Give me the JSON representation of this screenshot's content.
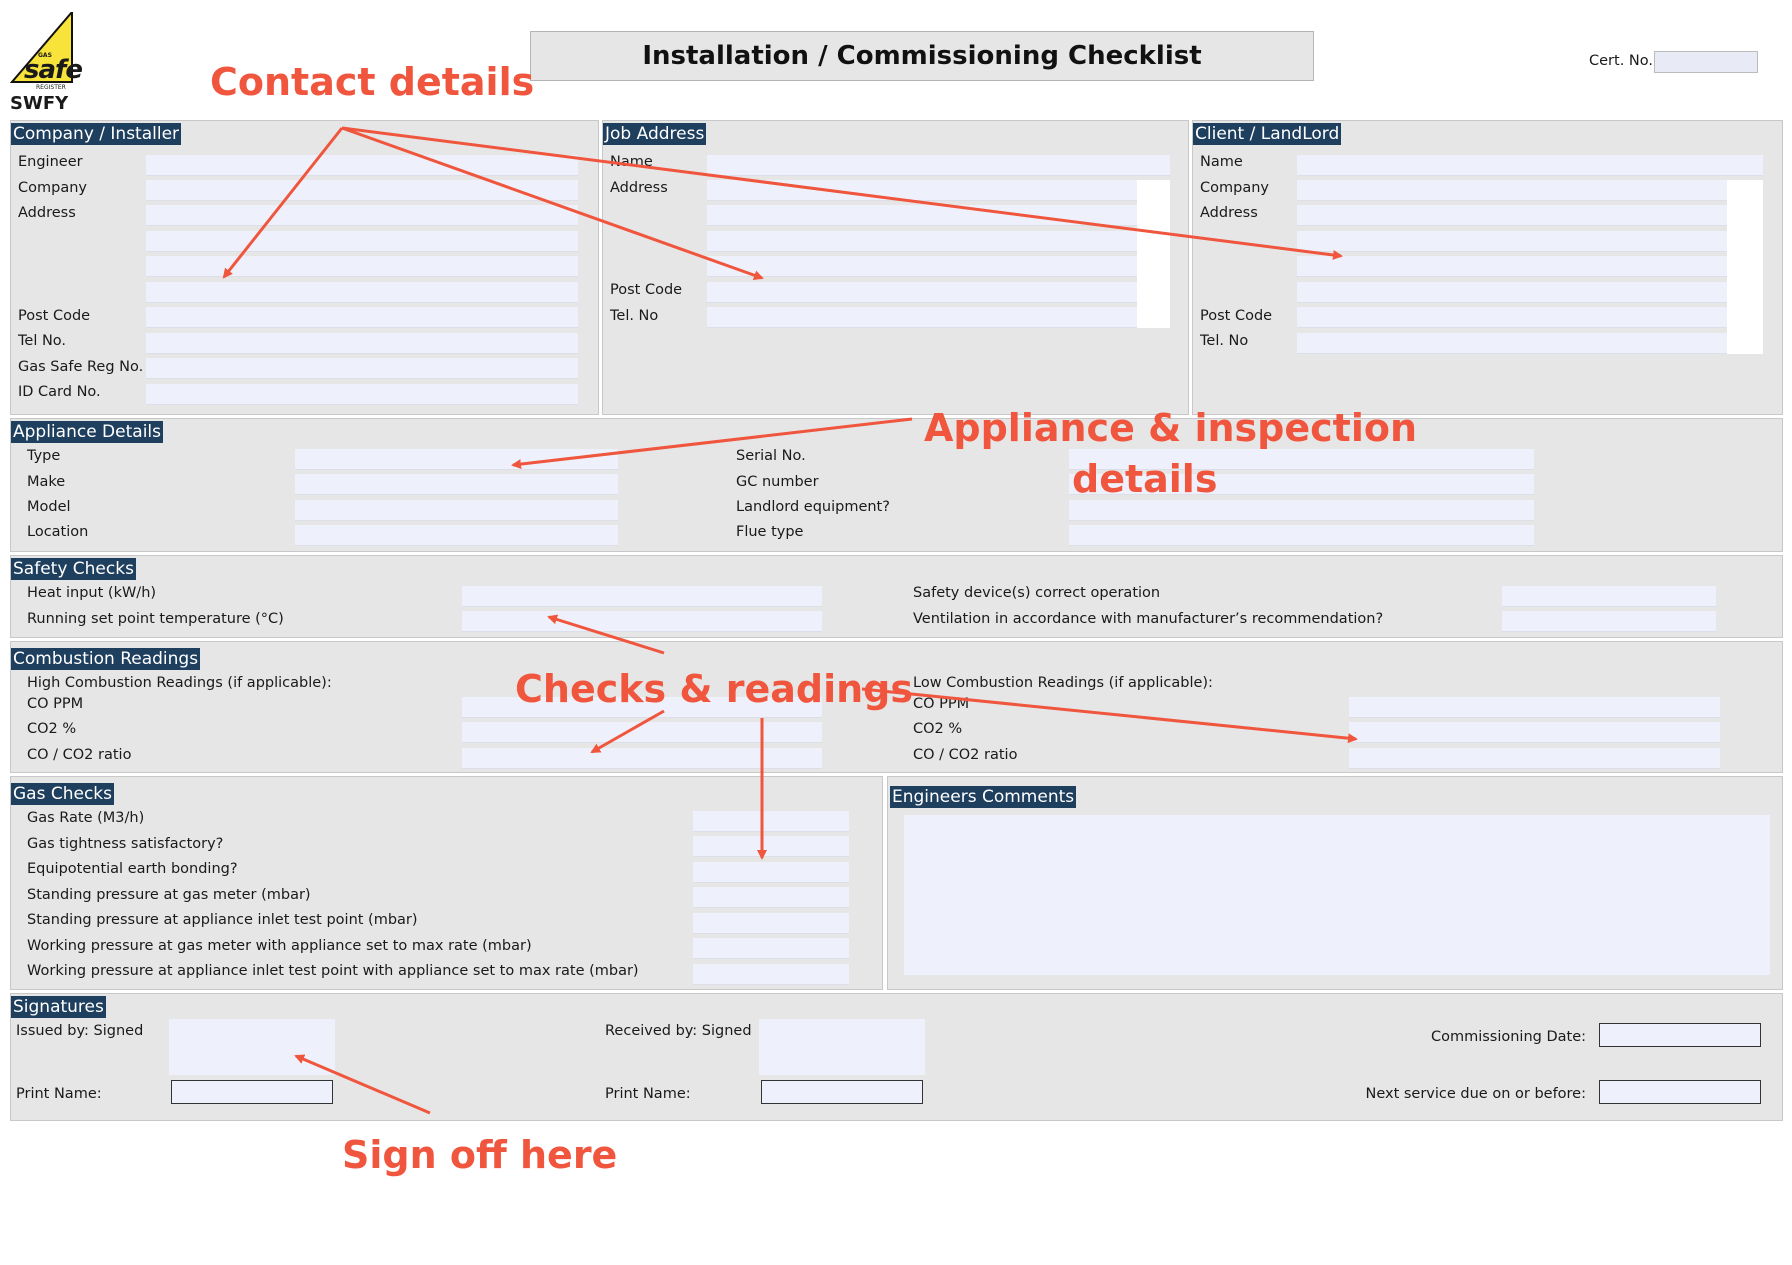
{
  "logo": {
    "brand": "safe",
    "small_top": "GAS",
    "small_bottom": "REGISTER",
    "company": "SWFY"
  },
  "header": {
    "title": "Installation / Commissioning Checklist",
    "cert_label": "Cert. No.",
    "cert_value": ""
  },
  "company": {
    "title": "Company / Installer",
    "labels": [
      "Engineer",
      "Company",
      "Address",
      "Post Code",
      "Tel No.",
      "Gas Safe Reg No.",
      "ID Card No."
    ]
  },
  "job": {
    "title": "Job Address",
    "labels": [
      "Name",
      "Address",
      "Post Code",
      "Tel. No"
    ]
  },
  "client": {
    "title": "Client / LandLord",
    "labels": [
      "Name",
      "Company",
      "Address",
      "Post Code",
      "Tel. No"
    ]
  },
  "appliance": {
    "title": "Appliance Details",
    "left_labels": [
      "Type",
      "Make",
      "Model",
      "Location"
    ],
    "right_labels": [
      "Serial No.",
      "GC number",
      "Landlord equipment?",
      "Flue type"
    ]
  },
  "safety": {
    "title": "Safety Checks",
    "left_labels": [
      "Heat input (kW/h)",
      "Running set point temperature (°C)"
    ],
    "right_labels": [
      "Safety device(s) correct operation",
      "Ventilation in accordance with manufacturer’s recommendation?"
    ]
  },
  "combustion": {
    "title": "Combustion Readings",
    "high_heading": "High Combustion Readings (if applicable):",
    "low_heading": "Low Combustion Readings (if applicable):",
    "labels": [
      "CO PPM",
      "CO2 %",
      "CO / CO2 ratio"
    ]
  },
  "gas": {
    "title": "Gas Checks",
    "labels": [
      "Gas Rate (M3/h)",
      "Gas tightness satisfactory?",
      "Equipotential earth bonding?",
      "Standing pressure at gas meter (mbar)",
      "Standing pressure at appliance inlet test point (mbar)",
      "Working pressure at gas meter with appliance set to max rate (mbar)",
      "Working pressure at appliance inlet test point with appliance set to max rate (mbar)"
    ]
  },
  "comments": {
    "title": "Engineers Comments"
  },
  "signatures": {
    "title": "Signatures",
    "issued_label": "Issued by: Signed",
    "received_label": "Received by: Signed",
    "print_name_label": "Print Name:",
    "commissioning_label": "Commissioning Date:",
    "next_service_label": "Next service due on or before:"
  },
  "annotations": {
    "contact": "Contact details",
    "appliance_line1": "Appliance & inspection",
    "appliance_line2": "details",
    "checks": "Checks & readings",
    "sign": "Sign off here"
  },
  "colors": {
    "accent": "#f0553d",
    "section_title_bg": "#1f3f5f",
    "panel_bg": "#e6e6e6",
    "field_bg": "#eef1fb",
    "logo_yellow": "#f7e33a"
  }
}
